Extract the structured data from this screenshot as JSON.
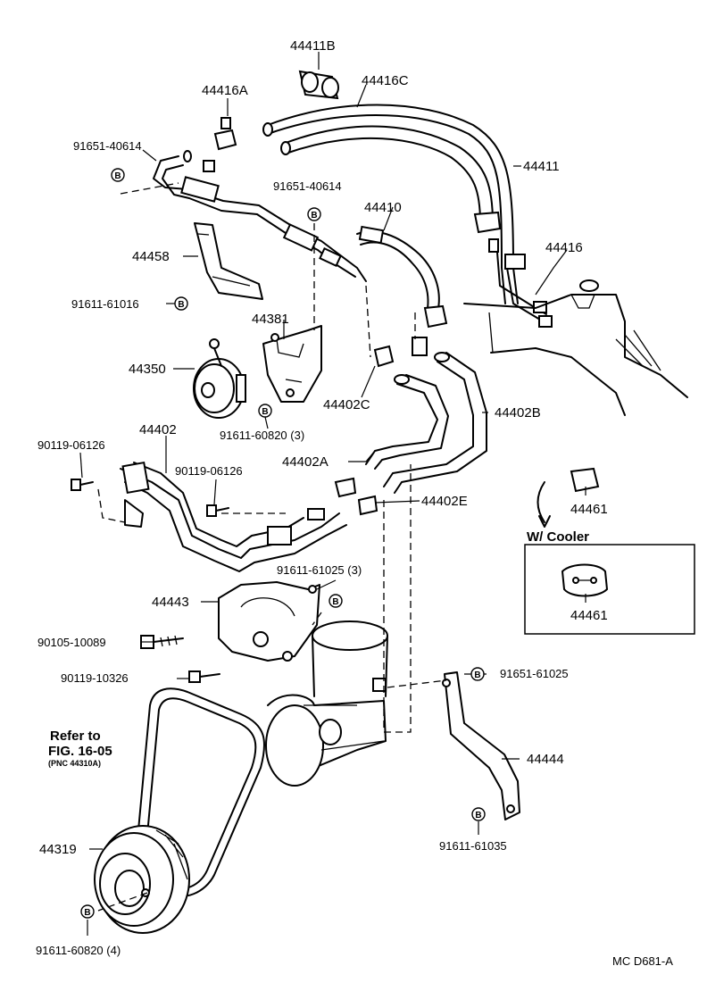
{
  "parts": {
    "p44411B": "44411B",
    "p44416A": "44416A",
    "p44416C": "44416C",
    "p44411": "44411",
    "p91651_40614_a": "91651-40614",
    "p91651_40614_b": "91651-40614",
    "p44410": "44410",
    "p44458": "44458",
    "p44416": "44416",
    "p91611_61016": "91611-61016",
    "p44381": "44381",
    "p44350": "44350",
    "p44402C": "44402C",
    "p44402B": "44402B",
    "p91611_60820_3": "91611-60820 (3)",
    "p44402": "44402",
    "p90119_06126_a": "90119-06126",
    "p90119_06126_b": "90119-06126",
    "p44402A": "44402A",
    "p44402E": "44402E",
    "p44461_a": "44461",
    "w_cooler": "W/ Cooler",
    "p44461_b": "44461",
    "p91611_61025_3": "91611-61025 (3)",
    "p44443": "44443",
    "p90105_10089": "90105-10089",
    "p90119_10326": "90119-10326",
    "p91651_61025": "91651-61025",
    "refer_to": "Refer to",
    "fig_ref": "FIG. 16-05",
    "pnc_ref": "(PNC 44310A)",
    "p44444": "44444",
    "p91611_61035": "91611-61035",
    "p44319": "44319",
    "p91611_60820_4": "91611-60820 (4)",
    "footer_code": "MC  D681-A"
  },
  "bolt_marker": "B"
}
